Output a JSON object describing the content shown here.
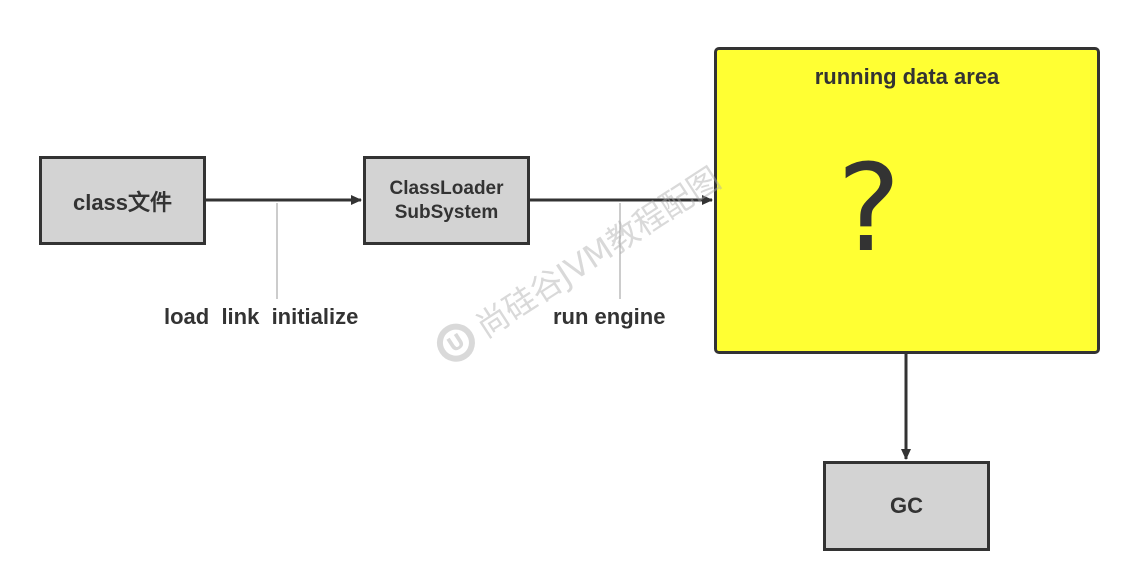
{
  "nodes": {
    "class_file": "class文件",
    "classloader_line1": "ClassLoader",
    "classloader_line2": "SubSystem",
    "runtime_title": "running data area",
    "runtime_symbol": "?",
    "gc": "GC"
  },
  "edge_labels": {
    "load_link_init": "load  link  initialize",
    "run_engine": "run engine"
  },
  "watermark": {
    "logo_letter": "U",
    "text": "尚硅谷JVM教程配图"
  },
  "colors": {
    "box_gray": "#d3d3d3",
    "runtime_yellow": "#ffff33",
    "stroke": "#333333"
  }
}
